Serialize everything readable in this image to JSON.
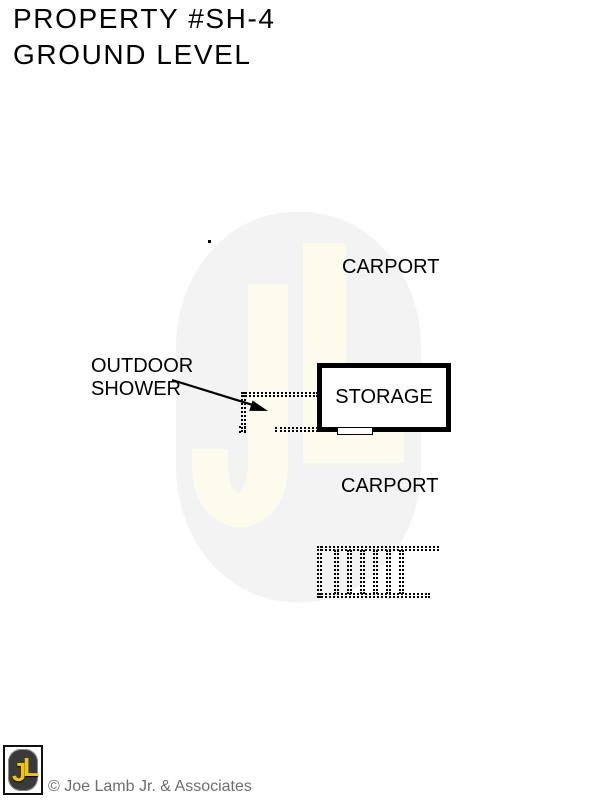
{
  "page": {
    "title_line1": "PROPERTY #SH-4",
    "title_line2": "GROUND LEVEL"
  },
  "floorplan": {
    "carport_upper_label": "CARPORT",
    "carport_lower_label": "CARPORT",
    "storage_label": "STORAGE",
    "outdoor_shower_line1": "OUTDOOR",
    "outdoor_shower_line2": "SHOWER"
  },
  "watermark": {
    "letters": "JL",
    "background_color": "#f3f3f3",
    "letter_color": "#fdfbec"
  },
  "footer": {
    "logo_letter_j": "J",
    "logo_letter_l": "L",
    "logo_letter_color": "#f0c50f",
    "logo_badge_color": "#3a3a3a",
    "copyright": "© Joe Lamb Jr. & Associates"
  }
}
